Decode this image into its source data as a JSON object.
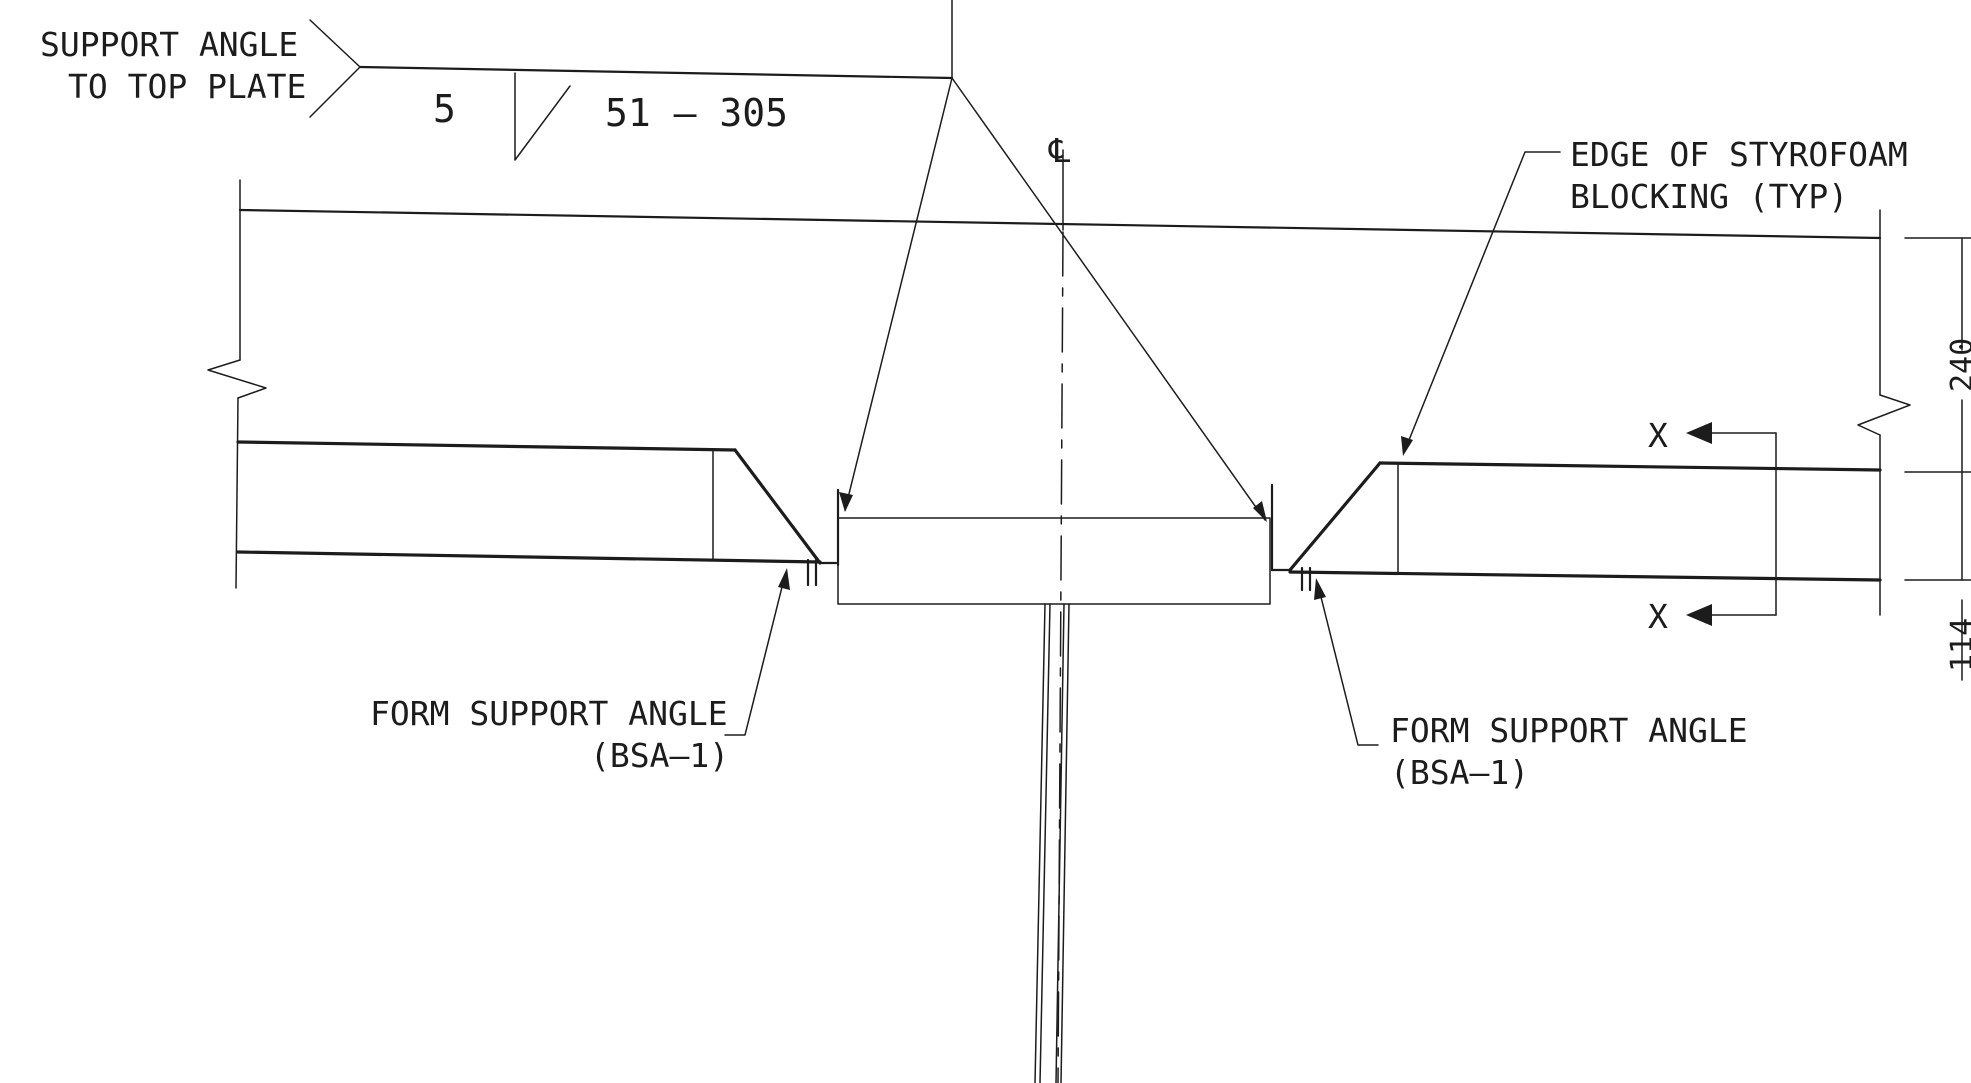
{
  "labels": {
    "support_angle_line1": "SUPPORT ANGLE",
    "support_angle_line2": "TO TOP PLATE",
    "weld_size": "5",
    "weld_length": "51 – 305",
    "centerline": "℄",
    "edge_line1": "EDGE OF STYROFOAM",
    "edge_line2": "BLOCKING (TYP)",
    "section_mark_top": "X",
    "section_mark_bottom": "X",
    "form_left_line1": "FORM SUPPORT ANGLE",
    "form_left_line2": "(BSA–1)",
    "form_right_line1": "FORM SUPPORT ANGLE",
    "form_right_line2": "(BSA–1)",
    "dim_upper": "240",
    "dim_lower": "114"
  }
}
